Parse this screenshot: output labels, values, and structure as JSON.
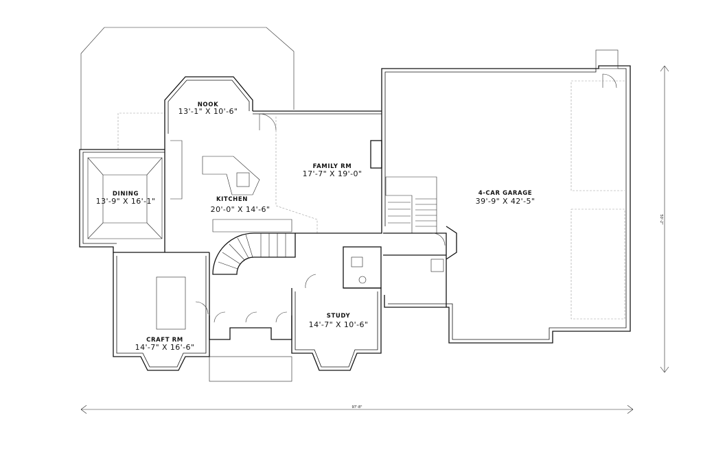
{
  "rooms": {
    "nook": {
      "name": "NOOK",
      "dims": "13'-1\" X 10'-6\""
    },
    "family": {
      "name": "FAMILY RM",
      "dims": "17'-7\" X 19'-0\""
    },
    "garage": {
      "name": "4-CAR GARAGE",
      "dims": "39'-9\" X 42'-5\""
    },
    "dining": {
      "name": "DINING",
      "dims": "13'-9\" X 16'-1\""
    },
    "kitchen": {
      "name": "KITCHEN",
      "dims": "20'-0\" X 14'-6\""
    },
    "study": {
      "name": "STUDY",
      "dims": "14'-7\" X 10'-6\""
    },
    "craft": {
      "name": "CRAFT RM",
      "dims": "14'-7\" X 16'-6\""
    }
  },
  "dimensions": {
    "overall_width": "97'-8\"",
    "overall_depth": "50'-2\""
  }
}
